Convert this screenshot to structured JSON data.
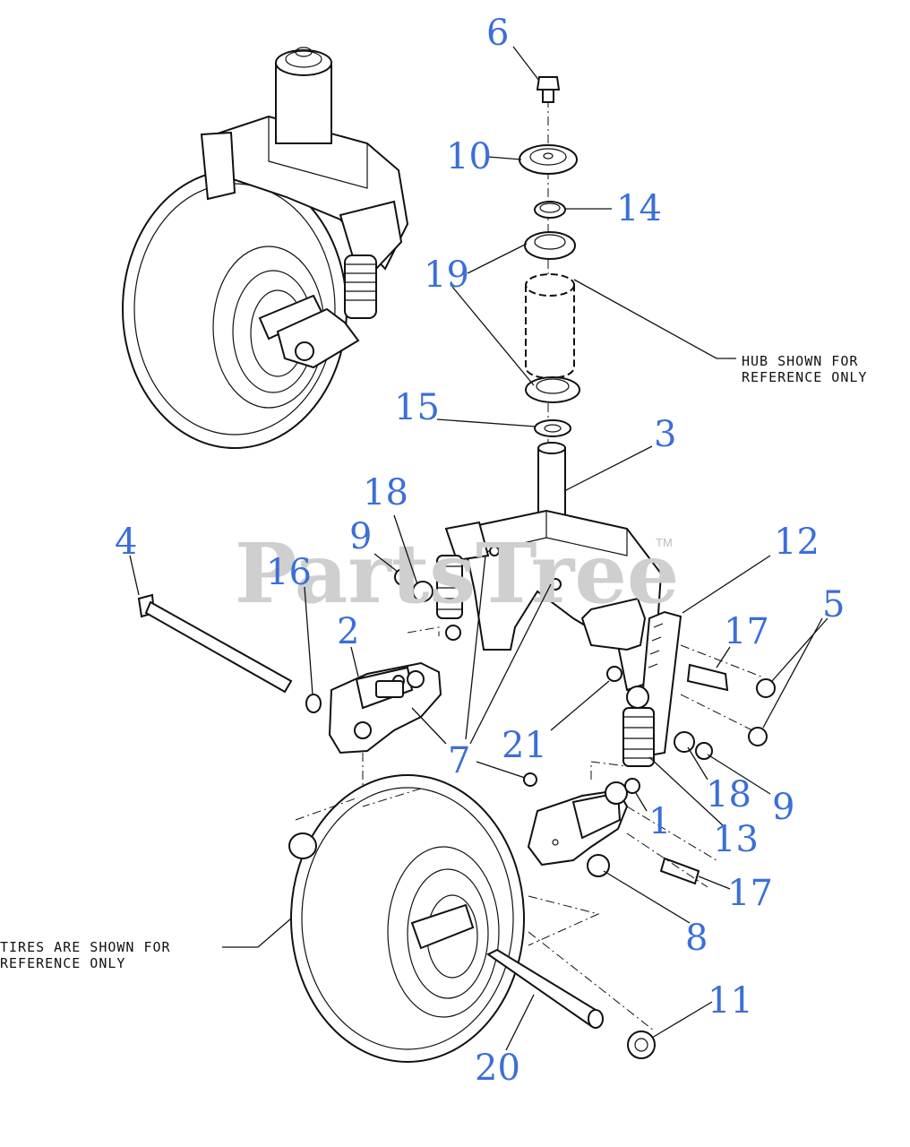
{
  "watermark": {
    "text": "PartsTree",
    "tm": "TM"
  },
  "notes": {
    "hub_line1": "HUB SHOWN FOR",
    "hub_line2": "REFERENCE ONLY",
    "tires_line1": "TIRES ARE SHOWN FOR",
    "tires_line2": "REFERENCE ONLY"
  },
  "callouts": [
    {
      "id": "c6",
      "text": "6"
    },
    {
      "id": "c10",
      "text": "10"
    },
    {
      "id": "c14",
      "text": "14"
    },
    {
      "id": "c19",
      "text": "19"
    },
    {
      "id": "c15",
      "text": "15"
    },
    {
      "id": "c3",
      "text": "3"
    },
    {
      "id": "c18a",
      "text": "18"
    },
    {
      "id": "c9a",
      "text": "9"
    },
    {
      "id": "c16",
      "text": "16"
    },
    {
      "id": "c4",
      "text": "4"
    },
    {
      "id": "c2",
      "text": "2"
    },
    {
      "id": "c12",
      "text": "12"
    },
    {
      "id": "c5",
      "text": "5"
    },
    {
      "id": "c17a",
      "text": "17"
    },
    {
      "id": "c21",
      "text": "21"
    },
    {
      "id": "c7",
      "text": "7"
    },
    {
      "id": "c18b",
      "text": "18"
    },
    {
      "id": "c9b",
      "text": "9"
    },
    {
      "id": "c13",
      "text": "13"
    },
    {
      "id": "c1",
      "text": "1"
    },
    {
      "id": "c17b",
      "text": "17"
    },
    {
      "id": "c8",
      "text": "8"
    },
    {
      "id": "c11",
      "text": "11"
    },
    {
      "id": "c20",
      "text": "20"
    }
  ],
  "colors": {
    "callout": "#3b6fd8",
    "line": "#111111",
    "watermark": "#cfcfcf"
  }
}
